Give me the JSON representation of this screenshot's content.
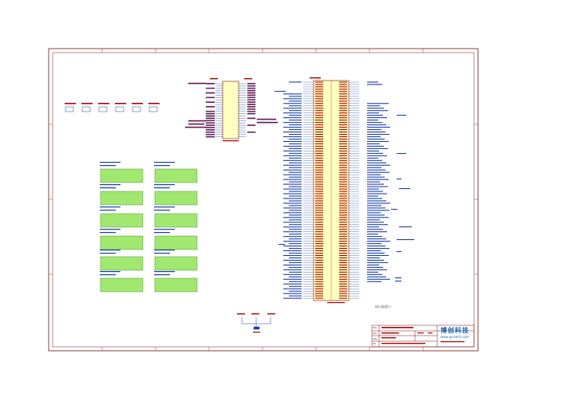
{
  "schematic": {
    "caption": "核心板接口",
    "logo": "博创科技",
    "website": "www.up-tech.com",
    "title_block_labels": [
      "Title",
      "Size",
      "Date",
      "File"
    ],
    "colors": {
      "border": "#7a1010",
      "wire": "#1a3fa8",
      "part_body": "#ffffc0",
      "green_block": "#a0e870",
      "net_label": "#b00000",
      "logo": "#1a5fb4"
    }
  }
}
